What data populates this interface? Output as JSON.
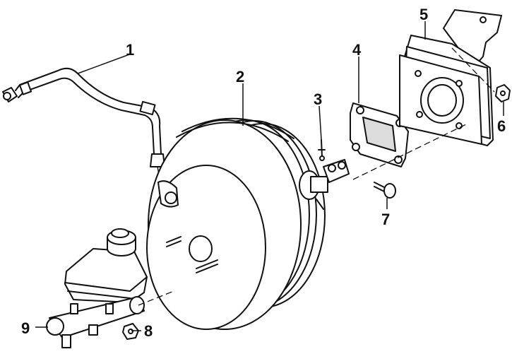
{
  "callouts": [
    {
      "id": "1",
      "label": "1"
    },
    {
      "id": "2",
      "label": "2"
    },
    {
      "id": "3",
      "label": "3"
    },
    {
      "id": "4",
      "label": "4"
    },
    {
      "id": "5",
      "label": "5"
    },
    {
      "id": "6",
      "label": "6"
    },
    {
      "id": "7",
      "label": "7"
    },
    {
      "id": "8",
      "label": "8"
    },
    {
      "id": "9",
      "label": "9"
    }
  ],
  "colors": {
    "line": "#111111",
    "background": "#ffffff",
    "shade": "#dcdcdc"
  }
}
